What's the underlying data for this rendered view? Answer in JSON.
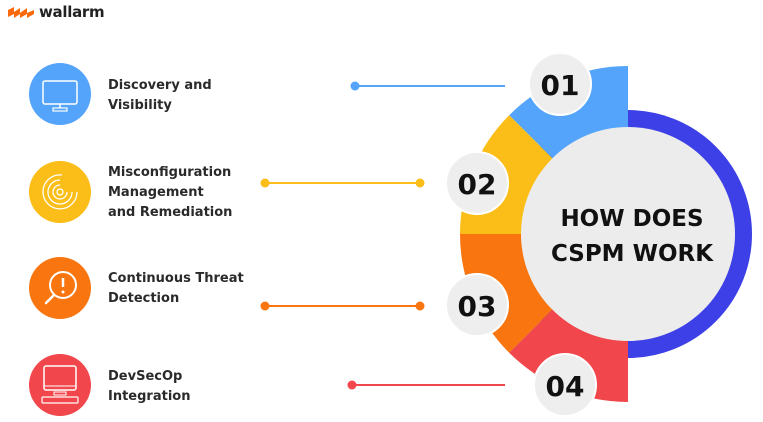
{
  "brand": {
    "name": "wallarm",
    "color": "#fa6a0a"
  },
  "title": {
    "line1": "HOW DOES",
    "line2": "CSPM WORK"
  },
  "colors": {
    "ring": "#3c40e6",
    "center": "#ececec",
    "badge": "#eeeeee"
  },
  "steps": [
    {
      "number": "01",
      "lines": [
        "Discovery and",
        "Visibility"
      ],
      "icon": "monitor-icon",
      "color": "#53a4fa"
    },
    {
      "number": "02",
      "lines": [
        "Misconfiguration",
        "Management",
        "and Remediation"
      ],
      "icon": "target-icon",
      "color": "#fbbd17"
    },
    {
      "number": "03",
      "lines": [
        "Continuous Threat",
        "Detection"
      ],
      "icon": "magnifier-alert-icon",
      "color": "#f97510"
    },
    {
      "number": "04",
      "lines": [
        "DevSecOp",
        "Integration"
      ],
      "icon": "desktop-computer-icon",
      "color": "#f1464b"
    }
  ]
}
